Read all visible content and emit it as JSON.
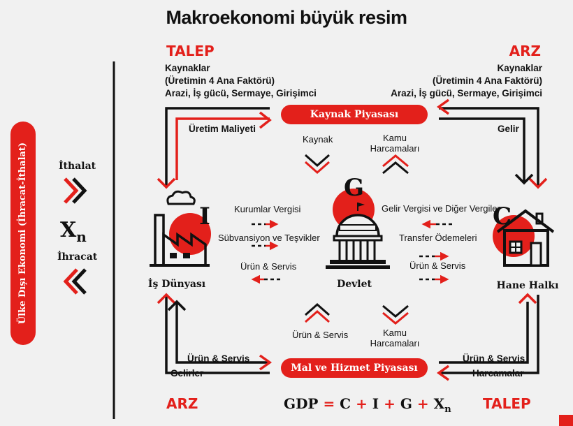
{
  "title": "Makroekonomi büyük resim",
  "top_left": {
    "heading": "TALEP",
    "line1": "Kaynaklar",
    "line2": "(Üretimin 4 Ana Faktörü)",
    "line3": "Arazi, İş gücü, Sermaye, Girişimci"
  },
  "top_right": {
    "heading": "ARZ",
    "line1": "Kaynaklar",
    "line2": "(Üretimin 4 Ana Faktörü)",
    "line3": "Arazi, İş gücü, Sermaye, Girişimci"
  },
  "bottom_left_heading": "ARZ",
  "bottom_right_heading": "TALEP",
  "markets": {
    "resource": "Kaynak Piyasası",
    "goods": "Mal ve Hizmet Piyasası"
  },
  "flows": {
    "production_cost": "Üretim Maliyeti",
    "income_top": "Gelir",
    "resource": "Kaynak",
    "public_spending_top_1": "Kamu",
    "public_spending_top_2": "Harcamaları",
    "corporate_tax": "Kurumlar Vergisi",
    "subsidies": "Sübvansiyon ve Teşvikler",
    "goods_services_left": "Ürün & Servis",
    "income_tax": "Gelir Vergisi ve Diğer Vergiler",
    "transfers": "Transfer Ödemeleri",
    "goods_services_right": "Ürün & Servis",
    "goods_services_bottom_center": "Ürün & Servis",
    "public_spending_bottom_1": "Kamu",
    "public_spending_bottom_2": "Harcamaları",
    "goods_services_bottom_left": "Ürün & Servis",
    "revenues": "Gelirler",
    "goods_services_bottom_right": "Ürün & Servis",
    "spending": "Harcamalar"
  },
  "agents": {
    "business": "İş Dünyası",
    "business_letter": "I",
    "government": "Devlet",
    "government_letter": "G",
    "household": "Hane Halkı",
    "household_letter": "C"
  },
  "foreign": {
    "side_label": "Ülke Dışı Ekonomi (İhracat-İthalat)",
    "import": "İthalat",
    "net_export": "X",
    "net_export_sub": "n",
    "export": "İhracat"
  },
  "formula": {
    "gdp": "GDP",
    "eq": "=",
    "c": "C",
    "plus1": "+",
    "i": "I",
    "plus2": "+",
    "g": "G",
    "plus3": "+",
    "x": "X",
    "x_sub": "n"
  },
  "colors": {
    "accent": "#e3201b",
    "ink": "#111111",
    "background": "#f1f1f1"
  }
}
